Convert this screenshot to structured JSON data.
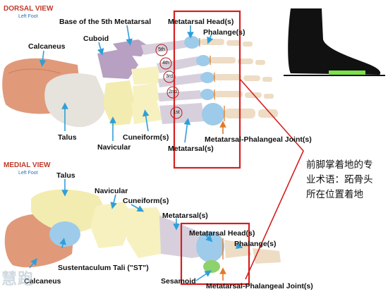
{
  "dorsal": {
    "title": "DORSAL VIEW",
    "subtitle": "Left Foot",
    "labels": {
      "base_5th_metatarsal": "Base of the 5th Metatarsal",
      "cuboid": "Cuboid",
      "calcaneus": "Calcaneus",
      "talus": "Talus",
      "navicular": "Navicular",
      "cuneiforms": "Cuneiform(s)",
      "metatarsals": "Metatarsal(s)",
      "metatarsal_head": "Metatarsal Head(s)",
      "phalanges": "Phalange(s)",
      "mtp_joint": "Metatarsal-Phalangeal Joint(s)"
    },
    "digits": [
      "5th",
      "4th",
      "3rd",
      "2nd",
      "1st"
    ]
  },
  "medial": {
    "title": "MEDIAL VIEW",
    "subtitle": "Left Foot",
    "labels": {
      "talus": "Talus",
      "navicular": "Navicular",
      "cuneiforms": "Cuneiform(s)",
      "metatarsals": "Metatarsal(s)",
      "calcaneus": "Calcaneus",
      "metatarsal_head": "Metatarsal Head(s)",
      "phalanges": "Phalange(s)",
      "sustentaculum": "Sustentaculum Tali (\"ST\")",
      "sesamoid": "Sesamoid",
      "mtp_joint": "Metatarsal-Phalangeal Joint(s)"
    }
  },
  "callout_text": "前脚掌着地的专业术语：跖骨头所在位置着地",
  "watermark": "慧跑",
  "colors": {
    "highlight_box": "#d42020",
    "arrow": "#2e9fd8",
    "joint_arrow": "#e07a28",
    "calcaneus": "#e09a7a",
    "talus": "#e6e2dc",
    "navicular": "#f3ecb0",
    "cuneiform": "#f6f1bf",
    "cuboid": "#b7a0c2",
    "metatarsal": "#d7d0dc",
    "metatarsal_head": "#9ecbea",
    "phalanx": "#eedcc4",
    "ground_strip": "#7be04c"
  }
}
